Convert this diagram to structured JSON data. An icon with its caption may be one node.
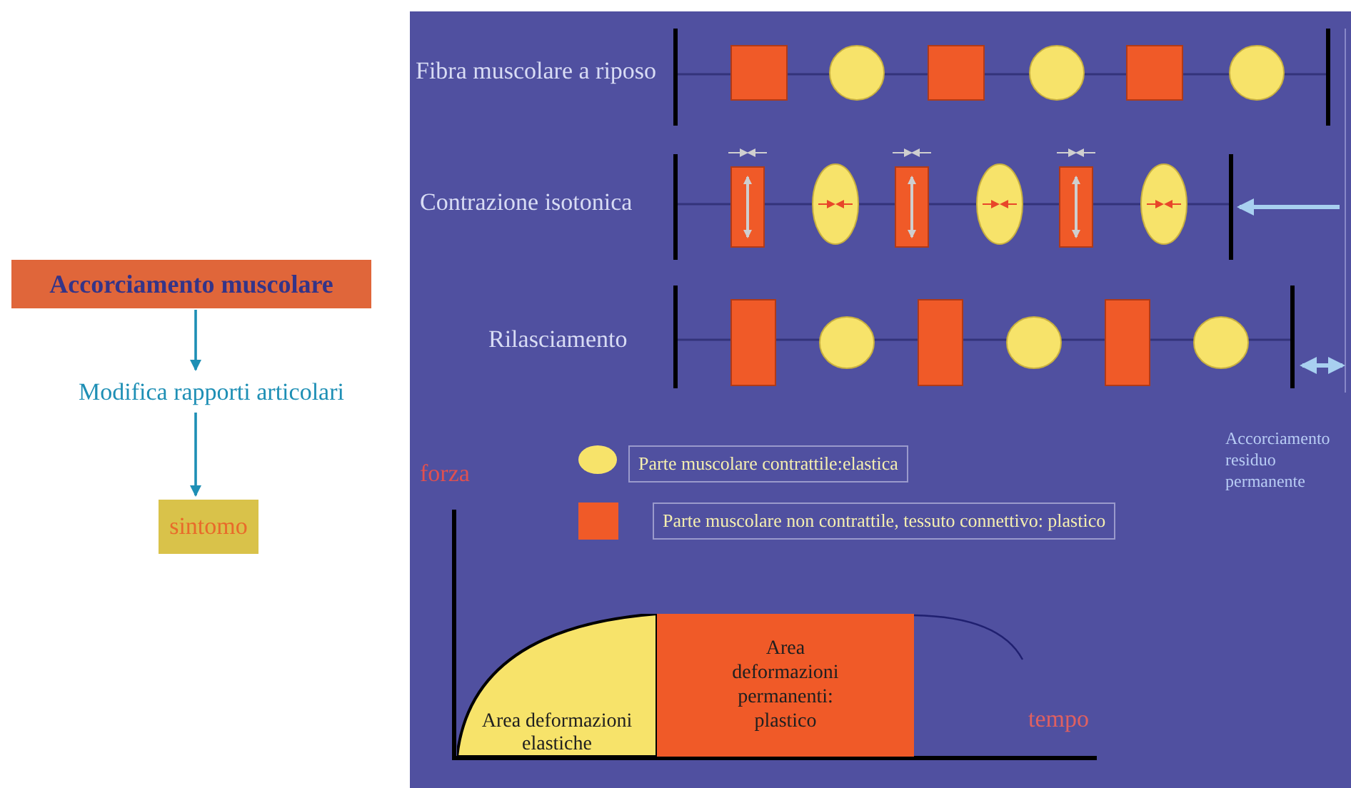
{
  "diagram": {
    "nodes": [
      {
        "text": [
          "Accorciamento muscolare"
        ]
      },
      {
        "text": [
          "Modifica rapporti articolari"
        ]
      },
      {
        "text": [
          "sintomo"
        ]
      },
      {
        "text": [
          "Area deformazioni elastiche"
        ]
      },
      {
        "text": [
          "Area deformazioni permanenti: plastico"
        ]
      }
    ],
    "edges": [
      {
        "from": 0,
        "to": 1,
        "arrow": "to"
      },
      {
        "from": 1,
        "to": 2,
        "arrow": "to"
      }
    ],
    "labels": [
      "Fibra muscolare a riposo",
      "Contrazione isotonica",
      "Rilasciamento",
      "Accorciamento residuo permanente",
      "forza",
      "tempo"
    ],
    "legend": [
      {
        "text": "Parte muscolare contrattile:elastica",
        "color": "#f7e36a"
      },
      {
        "text": "Parte muscolare non contrattile, tessuto connettivo: plastico",
        "color": "#f05a28"
      }
    ]
  }
}
